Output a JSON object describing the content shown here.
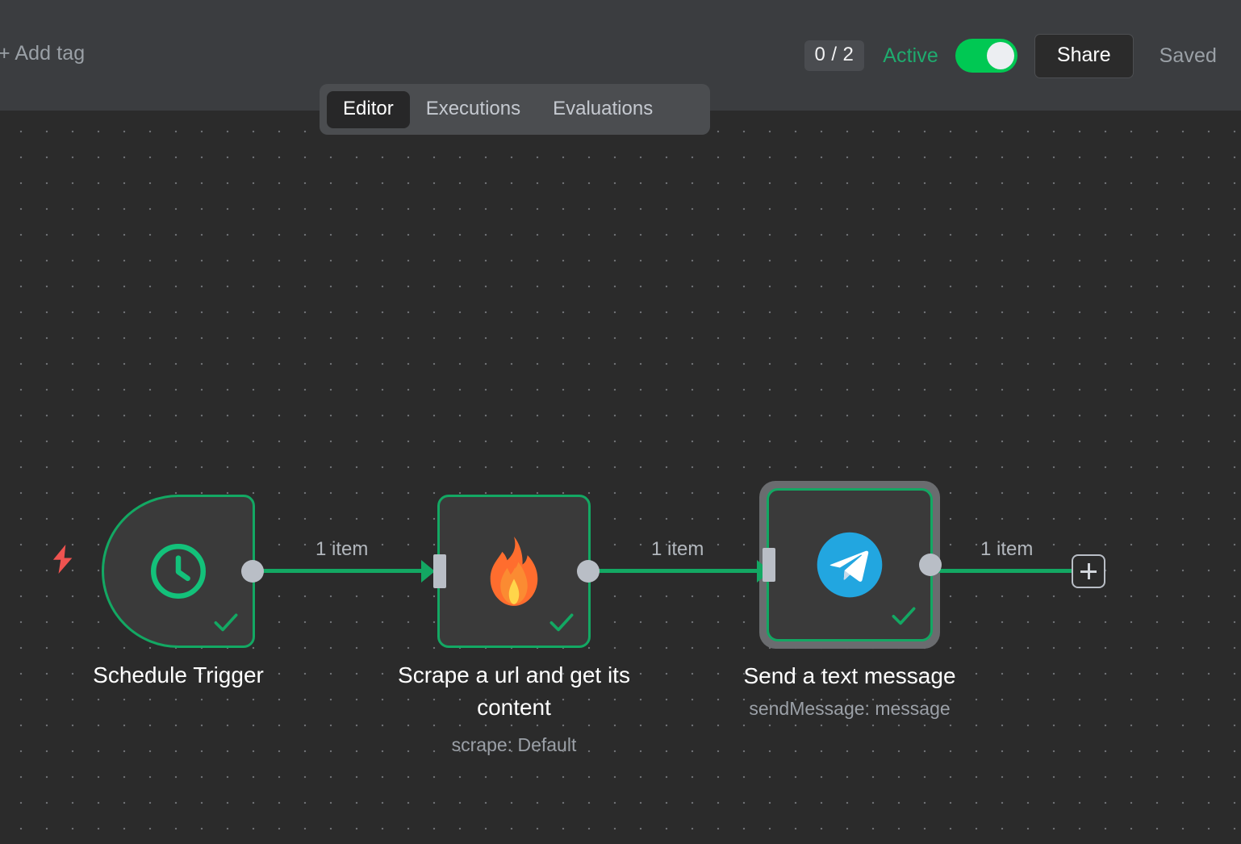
{
  "header": {
    "add_tag_label": "+ Add tag",
    "execution_count": "0 / 2",
    "active_label": "Active",
    "active_toggle_state": "on",
    "share_label": "Share",
    "saved_label": "Saved",
    "background_color": "#3b3d40"
  },
  "tabs": [
    {
      "label": "Editor",
      "active": true
    },
    {
      "label": "Executions",
      "active": false
    },
    {
      "label": "Evaluations",
      "active": false
    }
  ],
  "canvas": {
    "background_color": "#2b2b2b",
    "grid_dot_color": "#6d6f72",
    "accent_color": "#13a863",
    "selection_color": "#6a6c6f"
  },
  "nodes": [
    {
      "id": "schedule-trigger",
      "title": "Schedule Trigger",
      "subtitle": "",
      "icon": "clock-icon",
      "shape": "trigger",
      "status": "success",
      "selected": false
    },
    {
      "id": "firecrawl-scrape",
      "title": "Scrape a url and get its content",
      "subtitle": "scrape: Default",
      "icon": "flame-icon",
      "shape": "action",
      "status": "success",
      "selected": false
    },
    {
      "id": "telegram-send",
      "title": "Send a text message",
      "subtitle": "sendMessage: message",
      "icon": "telegram-icon",
      "shape": "action",
      "status": "success",
      "selected": true
    }
  ],
  "connections": [
    {
      "from": "schedule-trigger",
      "to": "firecrawl-scrape",
      "label": "1 item"
    },
    {
      "from": "firecrawl-scrape",
      "to": "telegram-send",
      "label": "1 item"
    },
    {
      "from": "telegram-send",
      "to": "add-node",
      "label": "1 item"
    }
  ],
  "trigger_badge": {
    "icon": "lightning-bolt-icon",
    "color": "#ef5350"
  },
  "add_node_button": {
    "icon": "plus-icon"
  }
}
